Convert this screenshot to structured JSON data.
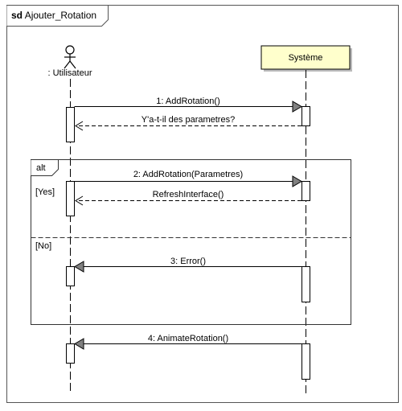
{
  "diagram": {
    "frame_prefix": "sd",
    "frame_name": "Ajouter_Rotation",
    "actor": {
      "label": ": Utilisateur"
    },
    "system": {
      "label": "Système",
      "fill": "#ffffcc"
    },
    "messages": [
      {
        "label": "1: AddRotation()",
        "kind": "sync"
      },
      {
        "label": "Y'a-t-il des parametres?",
        "kind": "reply"
      },
      {
        "label": "2: AddRotation(Parametres)",
        "kind": "sync"
      },
      {
        "label": "RefreshInterface()",
        "kind": "reply"
      },
      {
        "label": "3: Error()",
        "kind": "sync"
      },
      {
        "label": "4: AnimateRotation()",
        "kind": "sync"
      }
    ],
    "alt": {
      "operator": "alt",
      "guard_yes": "[Yes]",
      "guard_no": "[No]"
    },
    "colors": {
      "line": "#000000",
      "arrow_fill": "#808080",
      "frame_gray": "#555555"
    }
  }
}
